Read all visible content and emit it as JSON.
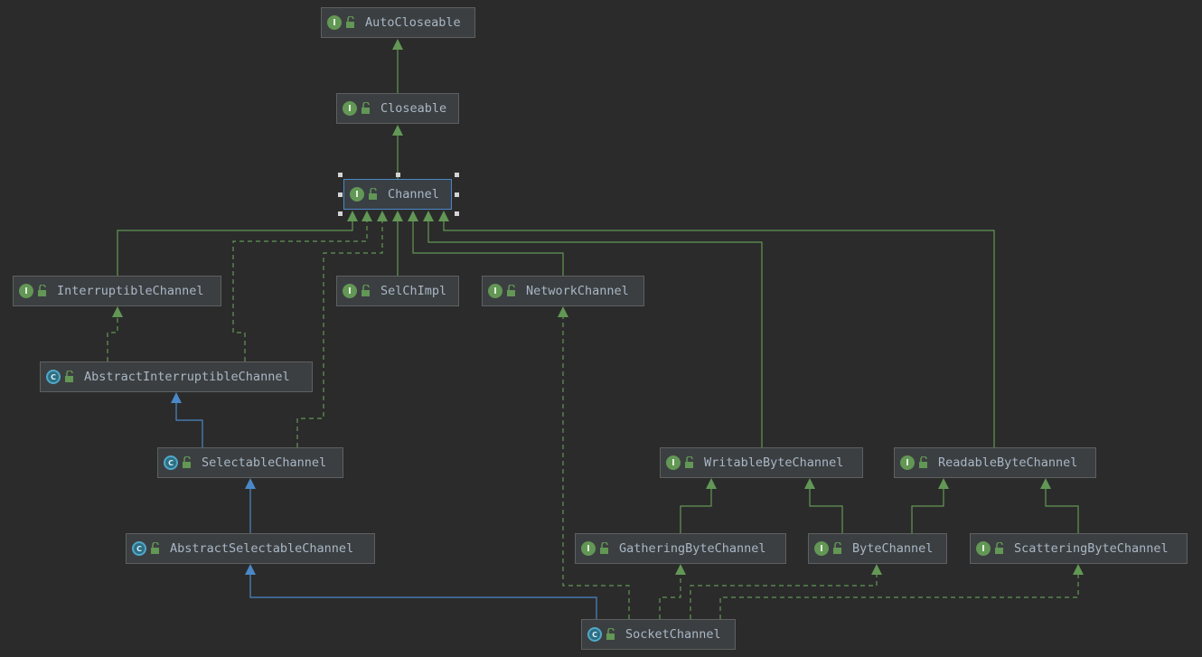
{
  "colors": {
    "background": "#2b2b2b",
    "interface_badge": "#629755",
    "class_badge": "#2d6e82",
    "extends_edge": "#629755",
    "class_extends_edge": "#4a88c7",
    "selection": "#4a88c7"
  },
  "nodes": {
    "autocloseable": {
      "label": "AutoCloseable",
      "kind": "interface",
      "badge": "I"
    },
    "closeable": {
      "label": "Closeable",
      "kind": "interface",
      "badge": "I"
    },
    "channel": {
      "label": "Channel",
      "kind": "interface",
      "badge": "I"
    },
    "interruptiblechannel": {
      "label": "InterruptibleChannel",
      "kind": "interface",
      "badge": "I"
    },
    "selchimpl": {
      "label": "SelChImpl",
      "kind": "interface",
      "badge": "I"
    },
    "networkchannel": {
      "label": "NetworkChannel",
      "kind": "interface",
      "badge": "I"
    },
    "abstractinterruptiblechannel": {
      "label": "AbstractInterruptibleChannel",
      "kind": "abstract-class",
      "badge": "C"
    },
    "selectablechannel": {
      "label": "SelectableChannel",
      "kind": "abstract-class",
      "badge": "C"
    },
    "abstractselectablechannel": {
      "label": "AbstractSelectableChannel",
      "kind": "abstract-class",
      "badge": "C"
    },
    "writablebytechannel": {
      "label": "WritableByteChannel",
      "kind": "interface",
      "badge": "I"
    },
    "readablebytechannel": {
      "label": "ReadableByteChannel",
      "kind": "interface",
      "badge": "I"
    },
    "gatheringbytechannel": {
      "label": "GatheringByteChannel",
      "kind": "interface",
      "badge": "I"
    },
    "bytechannel": {
      "label": "ByteChannel",
      "kind": "interface",
      "badge": "I"
    },
    "scatteringbytechannel": {
      "label": "ScatteringByteChannel",
      "kind": "interface",
      "badge": "I"
    },
    "socketchannel": {
      "label": "SocketChannel",
      "kind": "abstract-class",
      "badge": "C"
    }
  },
  "edges": [
    {
      "from": "closeable",
      "to": "autocloseable",
      "type": "extends"
    },
    {
      "from": "channel",
      "to": "closeable",
      "type": "extends"
    },
    {
      "from": "interruptiblechannel",
      "to": "channel",
      "type": "extends"
    },
    {
      "from": "selchimpl",
      "to": "channel",
      "type": "extends"
    },
    {
      "from": "networkchannel",
      "to": "channel",
      "type": "extends"
    },
    {
      "from": "writablebytechannel",
      "to": "channel",
      "type": "extends"
    },
    {
      "from": "readablebytechannel",
      "to": "channel",
      "type": "extends"
    },
    {
      "from": "abstractinterruptiblechannel",
      "to": "channel",
      "type": "implements"
    },
    {
      "from": "selectablechannel",
      "to": "channel",
      "type": "implements"
    },
    {
      "from": "abstractinterruptiblechannel",
      "to": "interruptiblechannel",
      "type": "implements"
    },
    {
      "from": "selectablechannel",
      "to": "abstractinterruptiblechannel",
      "type": "class-extends"
    },
    {
      "from": "abstractselectablechannel",
      "to": "selectablechannel",
      "type": "class-extends"
    },
    {
      "from": "socketchannel",
      "to": "abstractselectablechannel",
      "type": "class-extends"
    },
    {
      "from": "gatheringbytechannel",
      "to": "writablebytechannel",
      "type": "extends"
    },
    {
      "from": "bytechannel",
      "to": "writablebytechannel",
      "type": "extends"
    },
    {
      "from": "bytechannel",
      "to": "readablebytechannel",
      "type": "extends"
    },
    {
      "from": "scatteringbytechannel",
      "to": "readablebytechannel",
      "type": "extends"
    },
    {
      "from": "socketchannel",
      "to": "networkchannel",
      "type": "implements"
    },
    {
      "from": "socketchannel",
      "to": "gatheringbytechannel",
      "type": "implements"
    },
    {
      "from": "socketchannel",
      "to": "bytechannel",
      "type": "implements"
    },
    {
      "from": "socketchannel",
      "to": "scatteringbytechannel",
      "type": "implements"
    }
  ]
}
